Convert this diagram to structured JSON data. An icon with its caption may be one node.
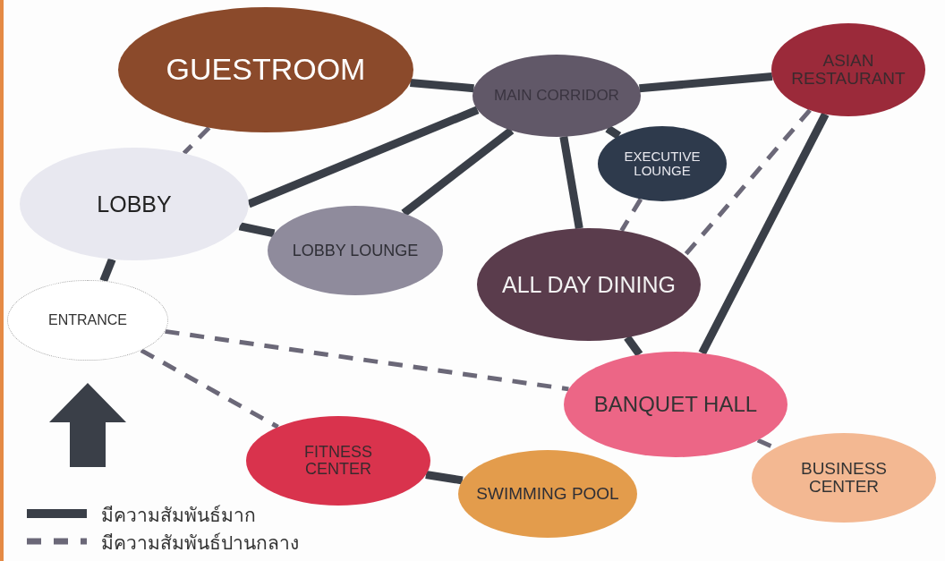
{
  "diagram": {
    "nodes": [
      {
        "text": [
          "GUESTROOM"
        ]
      },
      {
        "text": [
          "MAIN CORRIDOR"
        ]
      },
      {
        "text": [
          "ASIAN RESTAURANT"
        ]
      },
      {
        "text": [
          "LOBBY"
        ]
      },
      {
        "text": [
          "EXECUTIVE LOUNGE"
        ]
      },
      {
        "text": [
          "LOBBY LOUNGE"
        ]
      },
      {
        "text": [
          "ALL DAY DINING"
        ]
      },
      {
        "text": [
          "ENTRANCE"
        ]
      },
      {
        "text": [
          "BANQUET HALL"
        ]
      },
      {
        "text": [
          "FITNESS CENTER"
        ]
      },
      {
        "text": [
          "SWIMMING POOL"
        ]
      },
      {
        "text": [
          "BUSINESS CENTER"
        ]
      }
    ],
    "edges": [
      {
        "from": 0,
        "to": 1,
        "arrow": "none"
      },
      {
        "from": 1,
        "to": 2,
        "arrow": "none"
      },
      {
        "from": 3,
        "to": 1,
        "arrow": "none"
      },
      {
        "from": 5,
        "to": 1,
        "arrow": "none"
      },
      {
        "from": 1,
        "to": 4,
        "arrow": "none"
      },
      {
        "from": 1,
        "to": 6,
        "arrow": "none"
      },
      {
        "from": 0,
        "to": 3,
        "arrow": "none",
        "style": "dashed",
        "color": "#6b6878"
      },
      {
        "from": 3,
        "to": 5,
        "arrow": "none"
      },
      {
        "from": 3,
        "to": 7,
        "arrow": "none"
      },
      {
        "from": 4,
        "to": 6,
        "arrow": "none",
        "style": "dashed",
        "color": "#6b6878"
      },
      {
        "from": 2,
        "to": 6,
        "arrow": "none",
        "style": "dashed",
        "color": "#6b6878"
      },
      {
        "from": 2,
        "to": 8,
        "arrow": "none"
      },
      {
        "from": 6,
        "to": 8,
        "arrow": "none"
      },
      {
        "from": 7,
        "to": 8,
        "arrow": "none",
        "style": "dashed",
        "color": "#6b6878"
      },
      {
        "from": 7,
        "to": 9,
        "arrow": "none",
        "style": "dashed",
        "color": "#6b6878"
      },
      {
        "from": 9,
        "to": 10,
        "arrow": "none"
      },
      {
        "from": 8,
        "to": 11,
        "arrow": "none",
        "style": "dashed",
        "color": "#6b6878"
      }
    ],
    "legend": [
      {
        "text": "มีความสัมพันธ์มาก"
      },
      {
        "text": "มีความสัมพันธ์ปานกลาง"
      }
    ]
  }
}
